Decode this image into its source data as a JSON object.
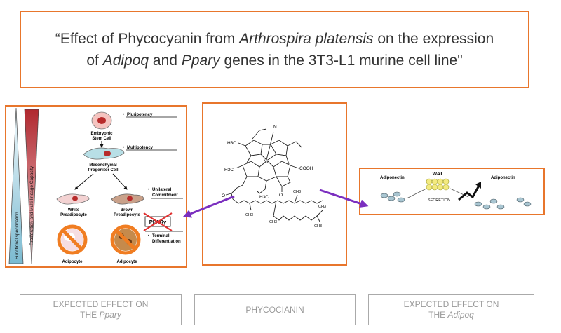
{
  "title": {
    "line1": {
      "q": "“",
      "t1": "Effect of Phycocyanin from ",
      "i1": "Arthrospira platensis",
      "t2": " on the expression"
    },
    "line2": {
      "t1": "of ",
      "i1": "Adipoq",
      "t2": " and ",
      "i2": "Ppary",
      "t3": " genes in the 3T3-L1 murine cell line\""
    }
  },
  "left_panel": {
    "side_labels": {
      "proliferation": "Proliferation and Multi-lineage Capacity",
      "specification": "Functional specification"
    },
    "cells": {
      "embryonic": "Embryonic Stem Cell",
      "embryonic_l1": "Embryonic",
      "embryonic_l2": "Stem Cell",
      "msc_l1": "Mesenchymal",
      "msc_l2": "Progenitor Cell",
      "white_l1": "White",
      "white_l2": "Preadipocyte",
      "brown_l1": "Brown",
      "brown_l2": "Preadipocyte",
      "adipocyte_white": "Adipocyte",
      "adipocyte_brown": "Adipocyte"
    },
    "stages": {
      "pluripotency": "Pluripotency",
      "multipotency": "Multipotency",
      "unilateral_l1": "Unilateral",
      "unilateral_l2": "Commitment",
      "terminal_l1": "Terminal",
      "terminal_l2": "Differentiation"
    },
    "pparg_label": "PPARγ"
  },
  "center_panel": {
    "atoms": {
      "n": "N",
      "ni": "Ni",
      "h3c1": "H3C",
      "h3c2": "H3C",
      "h3c3": "H3C",
      "cooh": "COOH",
      "o1": "O",
      "o2": "O",
      "ch3_1": "CH3",
      "ch3_2": "CH3",
      "ch3_3": "CH3",
      "ch3_4": "CH3",
      "ch3_5": "CH3"
    }
  },
  "right_panel": {
    "wat": "WAT",
    "secretion": "SECRETION",
    "adiponectin_left": "Adiponectin",
    "adiponectin_right": "Adiponectin"
  },
  "captions": {
    "left_l1": "EXPECTED EFFECT ON",
    "left_l2_prefix": "THE ",
    "left_l2_em": "Ppary",
    "center": "PHYCOCIANIN",
    "right_l1": "EXPECTED EFFECT ON",
    "right_l2_prefix": "THE ",
    "right_l2_em": "Adipoq"
  },
  "colors": {
    "accent": "#e8762c",
    "arrow": "#7b2fbf",
    "no_sign": "#f07d22",
    "caption_border": "#aaaaaa",
    "caption_text": "#999999"
  }
}
